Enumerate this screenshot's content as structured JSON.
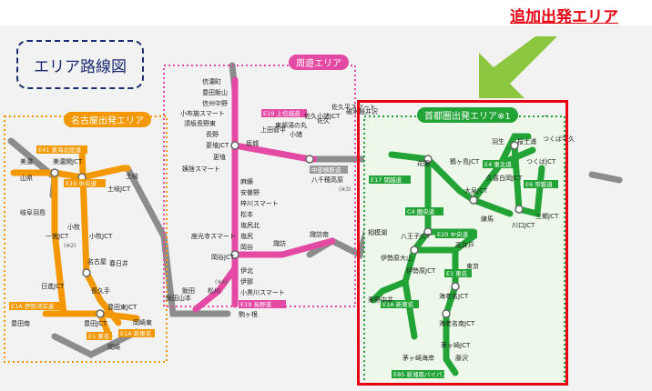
{
  "header": {
    "added_label": "追加出発エリア",
    "legend_title": "エリア路線図"
  },
  "areas": {
    "nagoya": "名古屋出発エリア",
    "shuyu": "周遊エリア",
    "shuto": "首都圏出発エリア",
    "shuto_note": "※1"
  },
  "colors": {
    "nagoya": "#f39800",
    "shuyu": "#e44aa3",
    "shuto": "#22a336",
    "expressway": "#8c8c8c",
    "frame": "#e60012",
    "arrow": "#8dc63f"
  },
  "stations": [
    {
      "label": "美濃"
    },
    {
      "label": "山県"
    },
    {
      "label": "岐阜羽島"
    },
    {
      "label": "一宮JCT"
    },
    {
      "label": "美濃関JCT"
    },
    {
      "label": "小牧JCT"
    },
    {
      "label": "小牧"
    },
    {
      "label": "名古屋"
    },
    {
      "label": "春日井"
    },
    {
      "label": "土岐JCT"
    },
    {
      "label": "土岐"
    },
    {
      "label": "日進JCT"
    },
    {
      "label": "長久手"
    },
    {
      "label": "豊田JCT"
    },
    {
      "label": "豊田南"
    },
    {
      "label": "豊田東JCT"
    },
    {
      "label": "岡崎東"
    },
    {
      "label": "岡崎"
    },
    {
      "label": "信濃町"
    },
    {
      "label": "豊田飯山"
    },
    {
      "label": "信州中野"
    },
    {
      "label": "小布施スマート"
    },
    {
      "label": "須坂長野東"
    },
    {
      "label": "長野"
    },
    {
      "label": "更埴JCT"
    },
    {
      "label": "更埴"
    },
    {
      "label": "姨捨スマート"
    },
    {
      "label": "麻績"
    },
    {
      "label": "安曇野"
    },
    {
      "label": "梓川スマート"
    },
    {
      "label": "松本"
    },
    {
      "label": "塩尻北"
    },
    {
      "label": "塩尻"
    },
    {
      "label": "岡谷"
    },
    {
      "label": "岡谷JCT"
    },
    {
      "label": "諏訪"
    },
    {
      "label": "諏訪南"
    },
    {
      "label": "伊北"
    },
    {
      "label": "伊那"
    },
    {
      "label": "小黒川スマート"
    },
    {
      "label": "駒ヶ根"
    },
    {
      "label": "飯田山本"
    },
    {
      "label": "飯田"
    },
    {
      "label": "松川"
    },
    {
      "label": "座光寺スマート"
    },
    {
      "label": "坂城"
    },
    {
      "label": "上田菅平"
    },
    {
      "label": "東部湯の丸"
    },
    {
      "label": "小諸"
    },
    {
      "label": "佐久小諸JCT"
    },
    {
      "label": "佐久"
    },
    {
      "label": "佐久平スマート"
    },
    {
      "label": "碓氷軽井沢"
    },
    {
      "label": "八千穂高原"
    },
    {
      "label": "花園"
    },
    {
      "label": "鶴ヶ島JCT"
    },
    {
      "label": "大泉JCT"
    },
    {
      "label": "練馬"
    },
    {
      "label": "八王子JCT"
    },
    {
      "label": "高井戸"
    },
    {
      "label": "相模湖"
    },
    {
      "label": "伊勢原大山"
    },
    {
      "label": "伊勢原JCT"
    },
    {
      "label": "秦野中井"
    },
    {
      "label": "海老名JCT"
    },
    {
      "label": "海老名南JCT"
    },
    {
      "label": "茅ヶ崎JCT"
    },
    {
      "label": "茅ヶ崎海岸"
    },
    {
      "label": "藤沢"
    },
    {
      "label": "東京"
    },
    {
      "label": "羽生"
    },
    {
      "label": "桜土浦"
    },
    {
      "label": "つくば牛久"
    },
    {
      "label": "久喜白岡JCT"
    },
    {
      "label": "つくばJCT"
    },
    {
      "label": "三郷JCT"
    },
    {
      "label": "川口JCT"
    }
  ],
  "route_labels": [
    {
      "label": "E41 東海北陸道"
    },
    {
      "label": "E19 中央道"
    },
    {
      "label": "E1A 新東名"
    },
    {
      "label": "E1 東名"
    },
    {
      "label": "E1A 伊勢湾岸道"
    },
    {
      "label": "E19 上信越道"
    },
    {
      "label": "E19 長野道"
    },
    {
      "label": "中部横断道"
    },
    {
      "label": "E17 関越道"
    },
    {
      "label": "C4 圏央道"
    },
    {
      "label": "E20 中央道"
    },
    {
      "label": "E4 東北道"
    },
    {
      "label": "E6 常磐道"
    },
    {
      "label": "E1 東名"
    },
    {
      "label": "E1A 新東名"
    },
    {
      "label": "E85 新湘南バイパス"
    }
  ],
  "notes": [
    "(※2)",
    "(※3)",
    "(※4)"
  ]
}
